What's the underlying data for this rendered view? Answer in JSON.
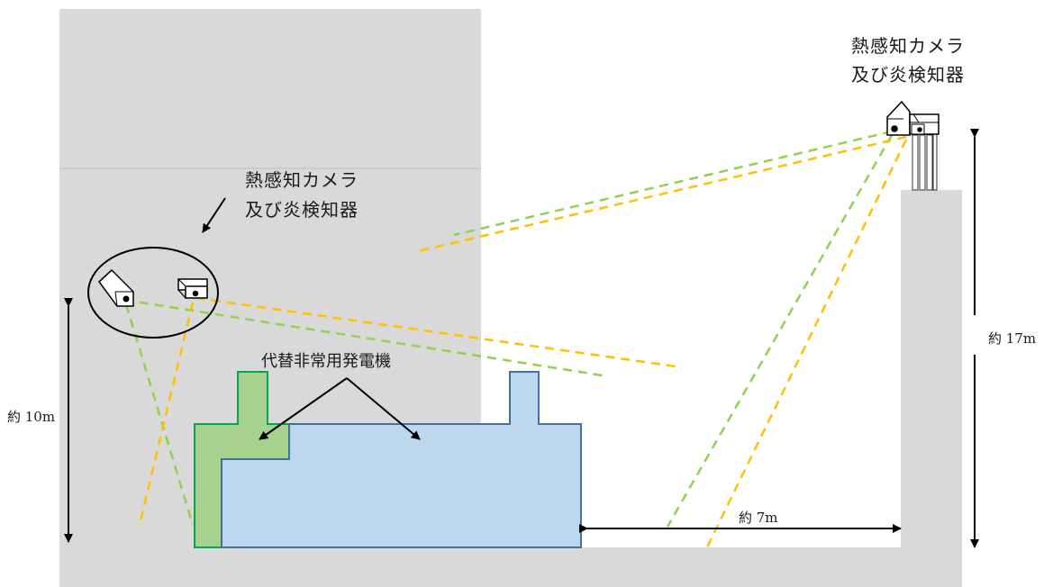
{
  "labels": {
    "camera_left_line1": "熱感知カメラ",
    "camera_left_line2": "及び炎検知器",
    "camera_right_line1": "熱感知カメラ",
    "camera_right_line2": "及び炎検知器",
    "generator": "代替非常用発電機",
    "height_left": "約 10m",
    "height_right": "約 17m",
    "distance": "約 7m"
  },
  "colors": {
    "building_fill": "#d9d9d9",
    "building_line": "#bfbfbf",
    "generator_blue_fill": "#bdd7ee",
    "generator_blue_stroke": "#41719c",
    "generator_green_fill": "#a9d18e",
    "generator_green_stroke": "#00a651",
    "sight_green": "#92d050",
    "sight_orange": "#ffc000",
    "arrow": "#000000"
  },
  "icons": {
    "camera": "thermal-camera-icon",
    "detector": "flame-detector-icon"
  }
}
